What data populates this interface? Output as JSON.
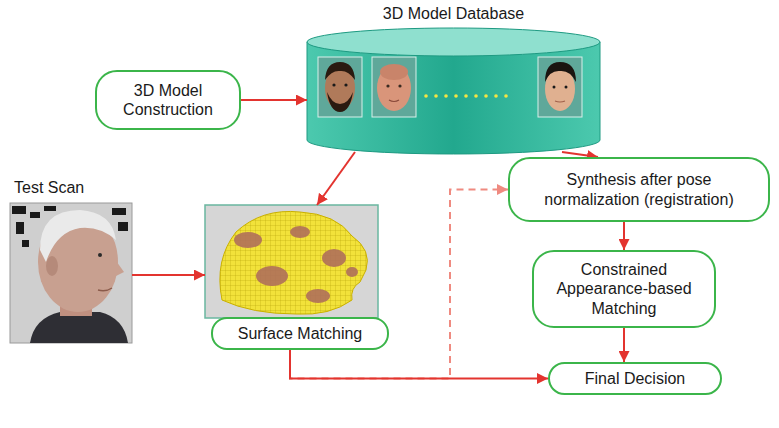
{
  "diagram": {
    "nodes": [
      {
        "text": [
          "3D Model Database"
        ]
      },
      {
        "text": [
          "3D Model Construction"
        ]
      },
      {
        "text": [
          "Test Scan"
        ]
      },
      {
        "text": [
          "Surface Matching"
        ]
      },
      {
        "text": [
          "Synthesis after pose normalization (registration)"
        ]
      },
      {
        "text": [
          "Constrained Appearance-based Matching"
        ]
      },
      {
        "text": [
          "Final Decision"
        ]
      }
    ],
    "edges": [
      {
        "from": 1,
        "to": 0,
        "arrow": "to"
      },
      {
        "from": 0,
        "to": 3,
        "arrow": "to"
      },
      {
        "from": 0,
        "to": 4,
        "arrow": "to"
      },
      {
        "from": 2,
        "to": 3,
        "arrow": "to"
      },
      {
        "from": 3,
        "to": 4,
        "arrow": "to"
      },
      {
        "from": 4,
        "to": 5,
        "arrow": "to"
      },
      {
        "from": 5,
        "to": 6,
        "arrow": "to"
      },
      {
        "from": 3,
        "to": 6,
        "arrow": "to"
      }
    ]
  }
}
